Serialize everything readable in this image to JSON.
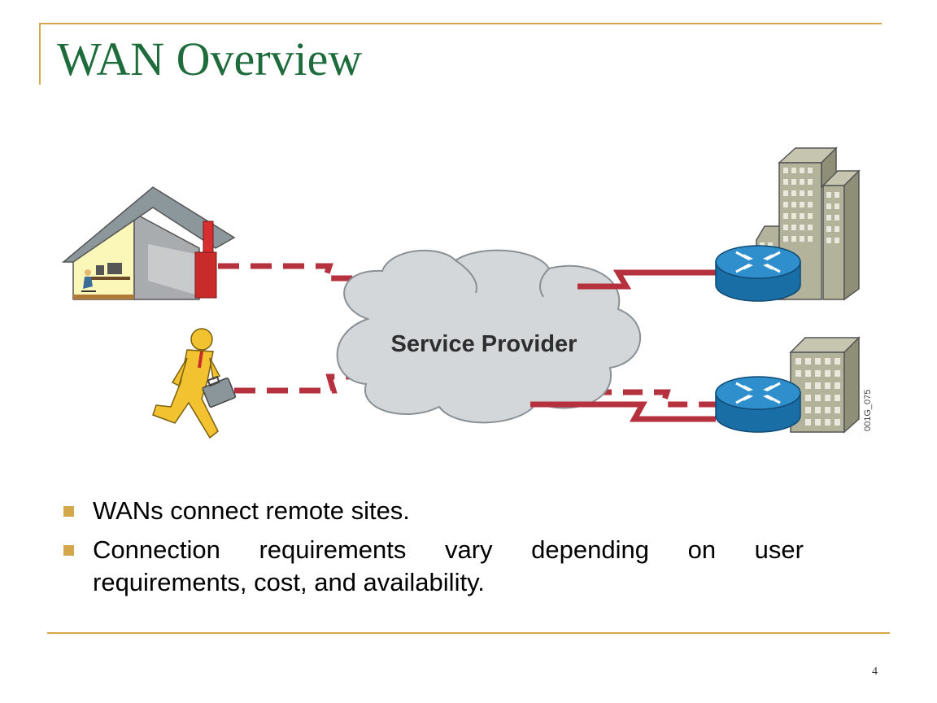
{
  "slide": {
    "title": "WAN Overview",
    "page_number": "4"
  },
  "diagram": {
    "cloud_label": "Service Provider",
    "figure_code": "001G_075"
  },
  "bullets": [
    "WANs connect remote sites.",
    "Connection requirements vary depending on user requirements, cost, and availability."
  ],
  "colors": {
    "title": "#1e6b3c",
    "accent": "#d4a84a",
    "link": "#b5313d",
    "cloud": "#d3d7d9",
    "router": "#1e7fb8",
    "building": "#b3b39b",
    "person": "#f2c230"
  }
}
